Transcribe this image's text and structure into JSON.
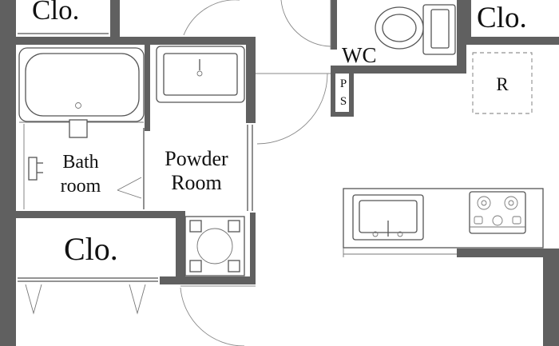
{
  "rooms": {
    "closet_top_left": "Clo.",
    "closet_top_right": "Clo.",
    "closet_lower_left": "Clo.",
    "wc": "WC",
    "ps_line1": "P",
    "ps_line2": "S",
    "refrigerator": "R",
    "bath_line1": "Bath",
    "bath_line2": "room",
    "powder_line1": "Powder",
    "powder_line2": "Room"
  },
  "colors": {
    "wall": "#606060",
    "line": "#555555",
    "background": "#ffffff"
  }
}
